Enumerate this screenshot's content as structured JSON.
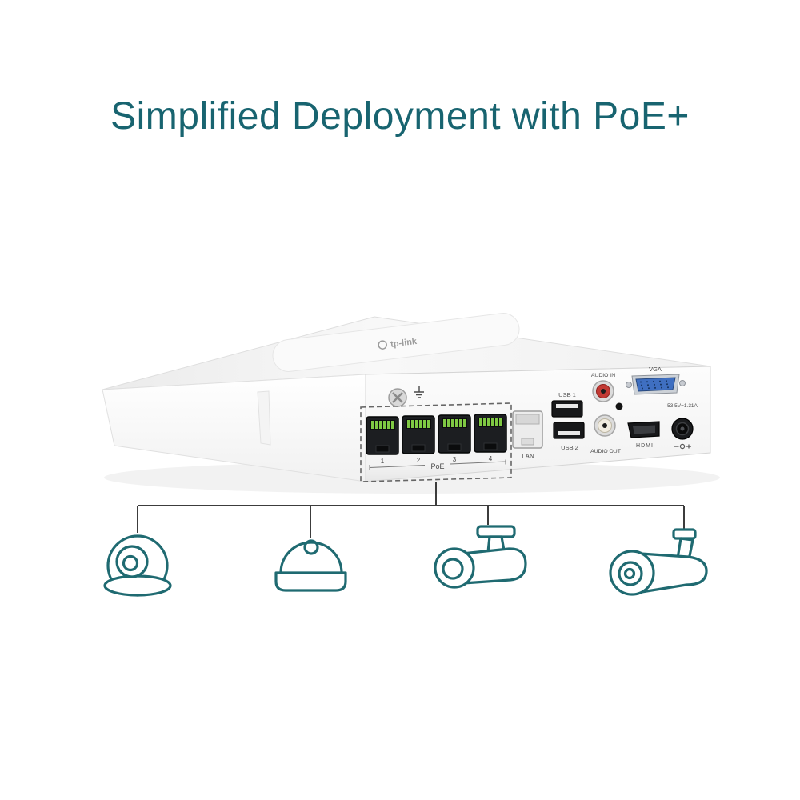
{
  "title": {
    "text": "Simplified Deployment with PoE+"
  },
  "device": {
    "logo": "tp-link",
    "rear_panel": {
      "poe_ports": {
        "numbers": [
          "1",
          "2",
          "3",
          "4"
        ],
        "group_label": "PoE"
      },
      "lan_label": "LAN",
      "usb1_label": "USB 1",
      "usb2_label": "USB 2",
      "audio_in_label": "AUDIO IN",
      "audio_out_label": "AUDIO OUT",
      "vga_label": "VGA",
      "hdmi_label": "HDMI",
      "power_label": "53.5V=1.31A"
    }
  },
  "diagram": {
    "cameras": [
      {
        "name": "dome-camera"
      },
      {
        "name": "turret-dome-camera"
      },
      {
        "name": "bullet-camera-with-bracket"
      },
      {
        "name": "bullet-camera-large"
      }
    ]
  },
  "colors": {
    "title_teal": "#186470",
    "camera_outline_teal": "#1F6A71",
    "connection_line": "#3C3C3C",
    "ethernet_pin_green": "#7FC943",
    "vga_blue": "#3F6FC1",
    "rca_red": "#C23A34"
  }
}
